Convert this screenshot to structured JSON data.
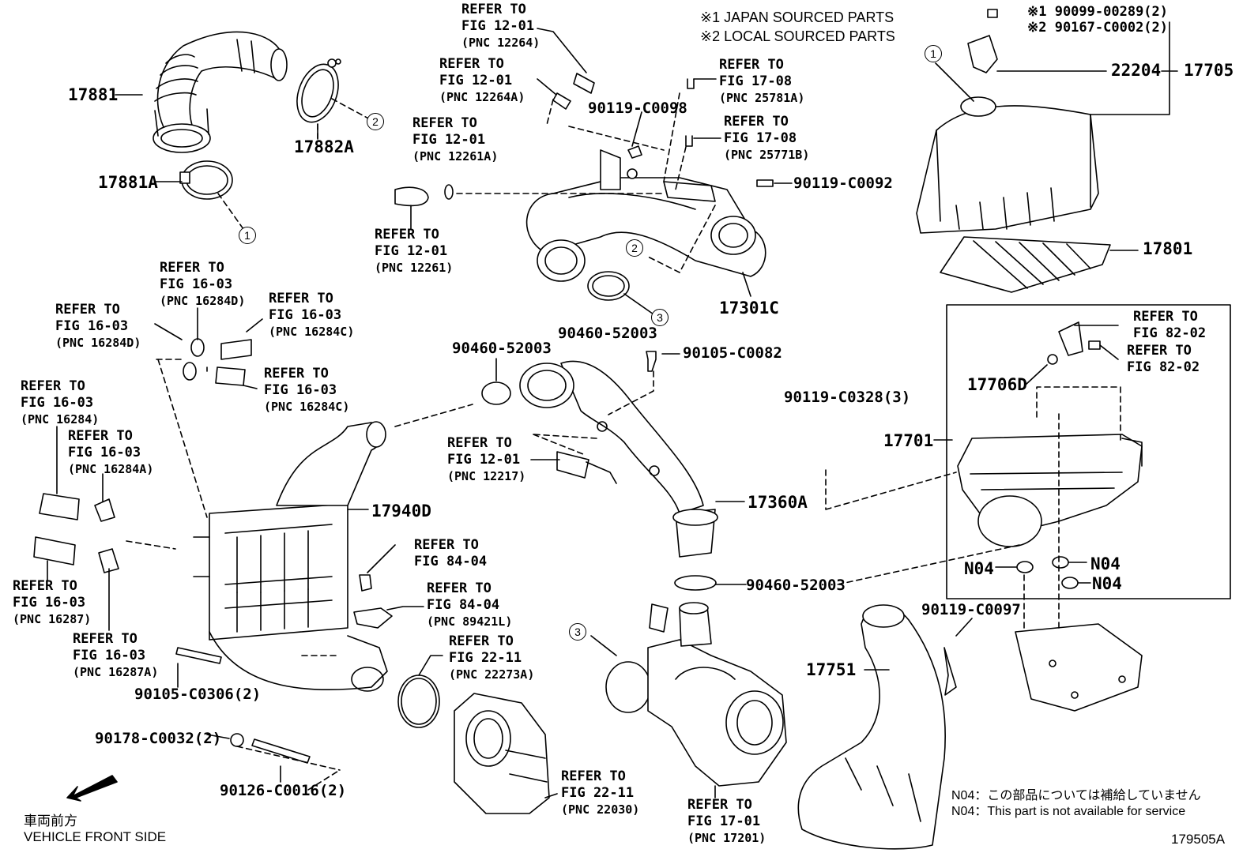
{
  "header": {
    "note_1": "※1 JAPAN SOURCED PARTS",
    "note_2": "※2 LOCAL SOURCED PARTS",
    "ref_a": "※1 90099-00289(2)",
    "ref_b": "※2 90167-C0002(2)"
  },
  "parts": {
    "p17881": "17881",
    "p17882A": "17882A",
    "p17881A": "17881A",
    "p17301C": "17301C",
    "p22204": "22204",
    "p17705": "17705",
    "p17801": "17801",
    "p17701": "17701",
    "p17706D": "17706D",
    "p17940D": "17940D",
    "p17360A": "17360A",
    "p17751": "17751",
    "b90119_C0098": "90119-C0098",
    "b90119_C0092": "90119-C0092",
    "c90460_52003_a": "90460-52003",
    "c90460_52003_b": "90460-52003",
    "c90460_52003_c": "90460-52003",
    "b90105_C0082": "90105-C0082",
    "b90119_C0328": "90119-C0328(3)",
    "b90119_C0097": "90119-C0097",
    "b90105_C0306": "90105-C0306(2)",
    "b90178_C0032": "90178-C0032(2)",
    "b90126_C0016": "90126-C0016(2)",
    "n04_a": "N04",
    "n04_b": "N04",
    "n04_c": "N04"
  },
  "refs": [
    {
      "l1": "REFER TO",
      "l2": "FIG 12-01",
      "l3": "(PNC 12264)"
    },
    {
      "l1": "REFER TO",
      "l2": "FIG 12-01",
      "l3": "(PNC 12264A)"
    },
    {
      "l1": "REFER TO",
      "l2": "FIG 12-01",
      "l3": "(PNC 12261A)"
    },
    {
      "l1": "REFER TO",
      "l2": "FIG 12-01",
      "l3": "(PNC 12261)"
    },
    {
      "l1": "REFER TO",
      "l2": "FIG 17-08",
      "l3": "(PNC 25781A)"
    },
    {
      "l1": "REFER TO",
      "l2": "FIG 17-08",
      "l3": "(PNC 25771B)"
    },
    {
      "l1": "REFER TO",
      "l2": "FIG 16-03",
      "l3": "(PNC 16284D)"
    },
    {
      "l1": "REFER TO",
      "l2": "FIG 16-03",
      "l3": "(PNC 16284C)"
    },
    {
      "l1": "REFER TO",
      "l2": "FIG 16-03",
      "l3": "(PNC 16284D)"
    },
    {
      "l1": "REFER TO",
      "l2": "FIG 16-03",
      "l3": "(PNC 16284C)"
    },
    {
      "l1": "REFER TO",
      "l2": "FIG 16-03",
      "l3": "(PNC 16284)"
    },
    {
      "l1": "REFER TO",
      "l2": "FIG 16-03",
      "l3": "(PNC 16284A)"
    },
    {
      "l1": "REFER TO",
      "l2": "FIG 16-03",
      "l3": "(PNC 16287)"
    },
    {
      "l1": "REFER TO",
      "l2": "FIG 16-03",
      "l3": "(PNC 16287A)"
    },
    {
      "l1": "REFER TO",
      "l2": "FIG 12-01",
      "l3": "(PNC 12217)"
    },
    {
      "l1": "REFER TO",
      "l2": "FIG 84-04",
      "l3": ""
    },
    {
      "l1": "REFER TO",
      "l2": "FIG 84-04",
      "l3": "(PNC 89421L)"
    },
    {
      "l1": "REFER TO",
      "l2": "FIG 22-11",
      "l3": "(PNC 22273A)"
    },
    {
      "l1": "REFER TO",
      "l2": "FIG 22-11",
      "l3": "(PNC 22030)"
    },
    {
      "l1": "REFER TO",
      "l2": "FIG 17-01",
      "l3": "(PNC 17201)"
    },
    {
      "l1": "REFER TO",
      "l2": "FIG 82-02",
      "l3": ""
    },
    {
      "l1": "REFER TO",
      "l2": "FIG 82-02",
      "l3": ""
    }
  ],
  "callouts": {
    "c1a": "1",
    "c1b": "1",
    "c2a": "2",
    "c2b": "2",
    "c3a": "3",
    "c3b": "3"
  },
  "footer": {
    "front_jp": "車両前方",
    "front_en": "VEHICLE FRONT SIDE",
    "n04_jp": "N04：この部品については補給していません",
    "n04_en": "N04：This part is not available for service",
    "figure_id": "179505A"
  }
}
